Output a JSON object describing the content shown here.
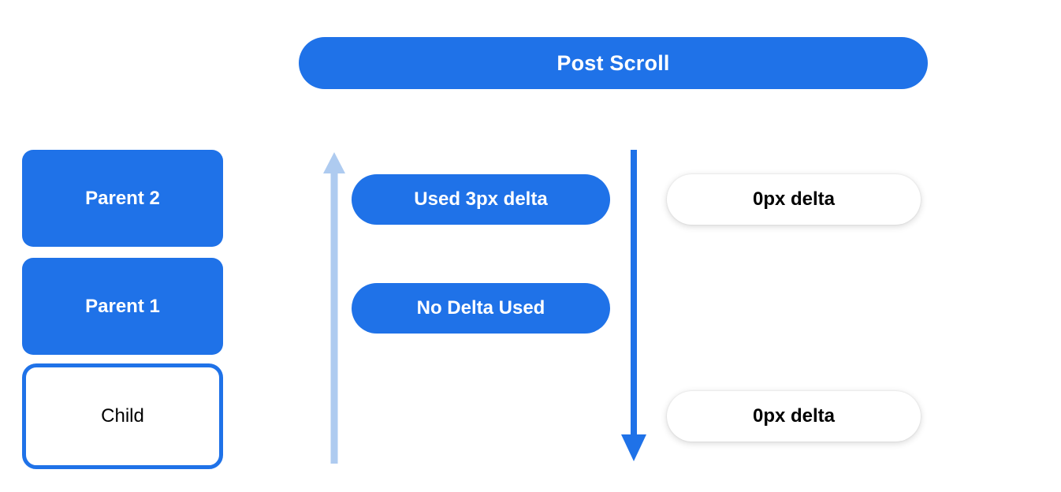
{
  "title": {
    "label": "Post Scroll"
  },
  "colors": {
    "primary_blue": "#1f72e8",
    "light_blue": "#aecbf0",
    "white": "#ffffff",
    "black": "#000000"
  },
  "nodes": [
    {
      "label": "Parent 2",
      "style": "filled"
    },
    {
      "label": "Parent 1",
      "style": "filled"
    },
    {
      "label": "Child",
      "style": "outlined"
    }
  ],
  "arrows": [
    {
      "name": "left-up-arrow",
      "direction": "up",
      "color": "#aecbf0"
    },
    {
      "name": "right-down-arrow",
      "direction": "down",
      "color": "#1f72e8"
    }
  ],
  "middle_pills": [
    {
      "label": "Used 3px delta"
    },
    {
      "label": "No Delta Used"
    }
  ],
  "right_pills": [
    {
      "label": "0px delta"
    },
    {
      "label": "0px delta"
    }
  ]
}
